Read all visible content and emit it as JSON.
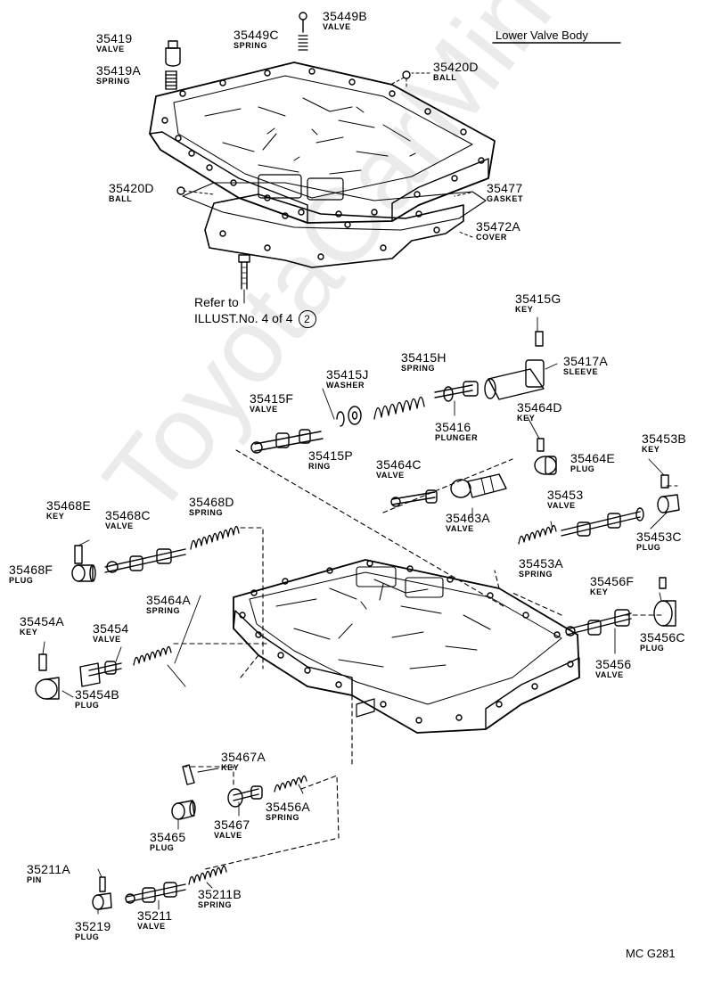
{
  "title": "Lower Valve Body",
  "reference": {
    "line1": "Refer to",
    "line2": "ILLUST.No. 4 of 4",
    "circle": "2"
  },
  "code": "MC  G281",
  "watermark": "ToyotaCarMine.ru",
  "parts": [
    {
      "num": "35419",
      "desc": "VALVE"
    },
    {
      "num": "35419A",
      "desc": "SPRING"
    },
    {
      "num": "35449B",
      "desc": "VALVE"
    },
    {
      "num": "35449C",
      "desc": "SPRING"
    },
    {
      "num": "35420D",
      "desc": "BALL"
    },
    {
      "num": "35420D",
      "desc": "BALL"
    },
    {
      "num": "35477",
      "desc": "GASKET"
    },
    {
      "num": "35472A",
      "desc": "COVER"
    },
    {
      "num": "35415G",
      "desc": "KEY"
    },
    {
      "num": "35417A",
      "desc": "SLEEVE"
    },
    {
      "num": "35415H",
      "desc": "SPRING"
    },
    {
      "num": "35415J",
      "desc": "WASHER"
    },
    {
      "num": "35415F",
      "desc": "VALVE"
    },
    {
      "num": "35416",
      "desc": "PLUNGER"
    },
    {
      "num": "35415P",
      "desc": "RING"
    },
    {
      "num": "35464D",
      "desc": "KEY"
    },
    {
      "num": "35464E",
      "desc": "PLUG"
    },
    {
      "num": "35464C",
      "desc": "VALVE"
    },
    {
      "num": "35463A",
      "desc": "VALVE"
    },
    {
      "num": "35453B",
      "desc": "KEY"
    },
    {
      "num": "35453",
      "desc": "VALVE"
    },
    {
      "num": "35453C",
      "desc": "PLUG"
    },
    {
      "num": "35468E",
      "desc": "KEY"
    },
    {
      "num": "35468D",
      "desc": "SPRING"
    },
    {
      "num": "35468C",
      "desc": "VALVE"
    },
    {
      "num": "35468F",
      "desc": "PLUG"
    },
    {
      "num": "35453A",
      "desc": "SPRING"
    },
    {
      "num": "35456F",
      "desc": "KEY"
    },
    {
      "num": "35464A",
      "desc": "SPRING"
    },
    {
      "num": "35454A",
      "desc": "KEY"
    },
    {
      "num": "35454",
      "desc": "VALVE"
    },
    {
      "num": "35454B",
      "desc": "PLUG"
    },
    {
      "num": "35456C",
      "desc": "PLUG"
    },
    {
      "num": "35456",
      "desc": "VALVE"
    },
    {
      "num": "35467A",
      "desc": "KEY"
    },
    {
      "num": "35456A",
      "desc": "SPRING"
    },
    {
      "num": "35467",
      "desc": "VALVE"
    },
    {
      "num": "35465",
      "desc": "PLUG"
    },
    {
      "num": "35211A",
      "desc": "PIN"
    },
    {
      "num": "35211B",
      "desc": "SPRING"
    },
    {
      "num": "35211",
      "desc": "VALVE"
    },
    {
      "num": "35219",
      "desc": "PLUG"
    }
  ]
}
